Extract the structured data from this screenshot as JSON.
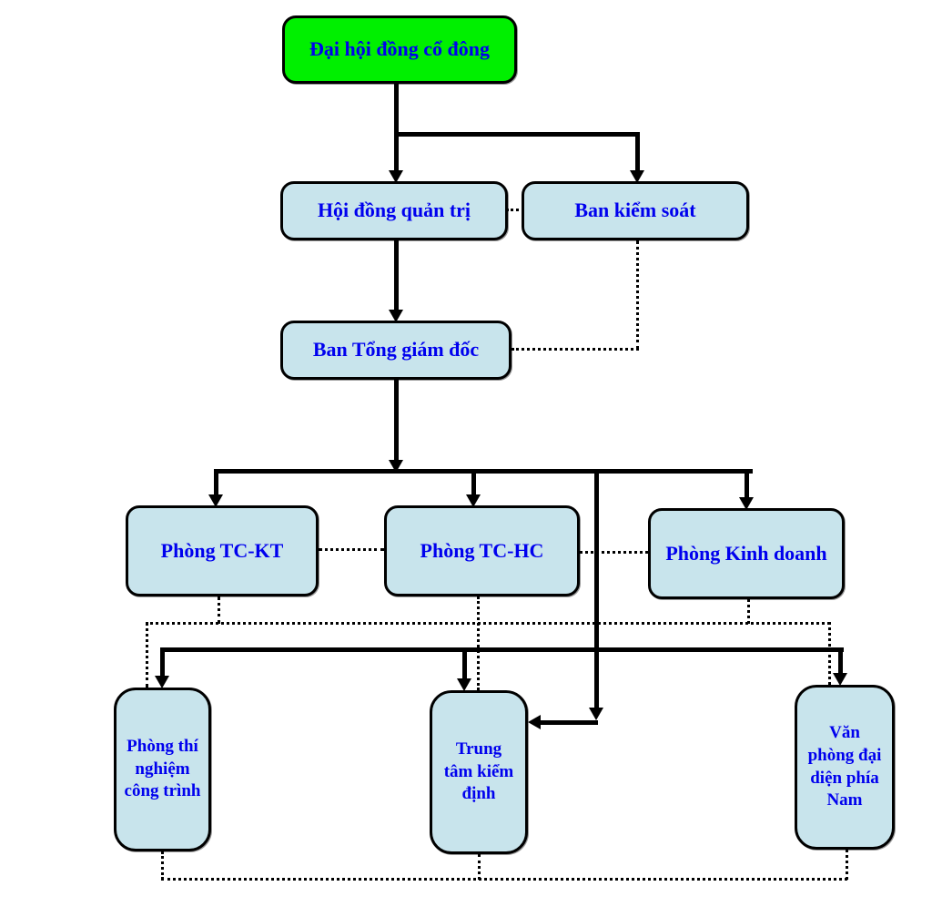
{
  "diagram": {
    "type": "org-chart",
    "language": "vi",
    "nodes": {
      "shareholders": {
        "label": "Đại hội đồng cổ đông",
        "level": 1,
        "fill": "green"
      },
      "board": {
        "label": "Hội đồng quản trị",
        "level": 2,
        "fill": "blue"
      },
      "supervisory": {
        "label": "Ban kiểm soát",
        "level": 2,
        "fill": "blue"
      },
      "ceo": {
        "label": "Ban Tổng giám đốc",
        "level": 3,
        "fill": "blue"
      },
      "dept_tckt": {
        "label": "Phòng TC-KT",
        "level": 4,
        "fill": "blue"
      },
      "dept_tchc": {
        "label": "Phòng TC-HC",
        "level": 4,
        "fill": "blue"
      },
      "dept_kinhdoanh": {
        "label": "Phòng Kinh doanh",
        "level": 4,
        "fill": "blue"
      },
      "unit_lab": {
        "label": "Phòng thí\nnghiệm\ncông trình",
        "level": 5,
        "fill": "blue"
      },
      "unit_center": {
        "label": "Trung\ntâm kiểm\nđịnh",
        "level": 5,
        "fill": "blue"
      },
      "unit_southern": {
        "label": "Văn\nphòng đại\ndiện phía\nNam",
        "level": 5,
        "fill": "blue"
      }
    },
    "edges": {
      "solid_arrows": [
        {
          "from": "shareholders",
          "to": "board"
        },
        {
          "from": "shareholders",
          "to": "supervisory"
        },
        {
          "from": "board",
          "to": "ceo"
        },
        {
          "from": "ceo",
          "to": "dept_tckt"
        },
        {
          "from": "ceo",
          "to": "dept_tchc"
        },
        {
          "from": "ceo",
          "to": "dept_kinhdoanh"
        },
        {
          "from": "ceo",
          "to": "unit_lab"
        },
        {
          "from": "ceo",
          "to": "unit_center"
        },
        {
          "from": "ceo",
          "to": "unit_southern"
        }
      ],
      "dotted_links": [
        {
          "from": "board",
          "to": "supervisory"
        },
        {
          "from": "supervisory",
          "to": "ceo"
        },
        {
          "from": "dept_tckt",
          "to": "dept_tchc"
        },
        {
          "from": "dept_tchc",
          "to": "dept_kinhdoanh"
        },
        {
          "from": "dept_tckt",
          "to": "unit_lab"
        },
        {
          "from": "dept_tchc",
          "to": "unit_center"
        },
        {
          "from": "dept_kinhdoanh",
          "to": "unit_southern"
        },
        {
          "from": "unit_lab",
          "to": "unit_center"
        },
        {
          "from": "unit_center",
          "to": "unit_southern"
        }
      ]
    }
  },
  "colors": {
    "box_green": "#00f000",
    "box_blue": "#c8e4ec",
    "text_blue": "#0000ee",
    "line_black": "#000000",
    "background": "#ffffff"
  }
}
